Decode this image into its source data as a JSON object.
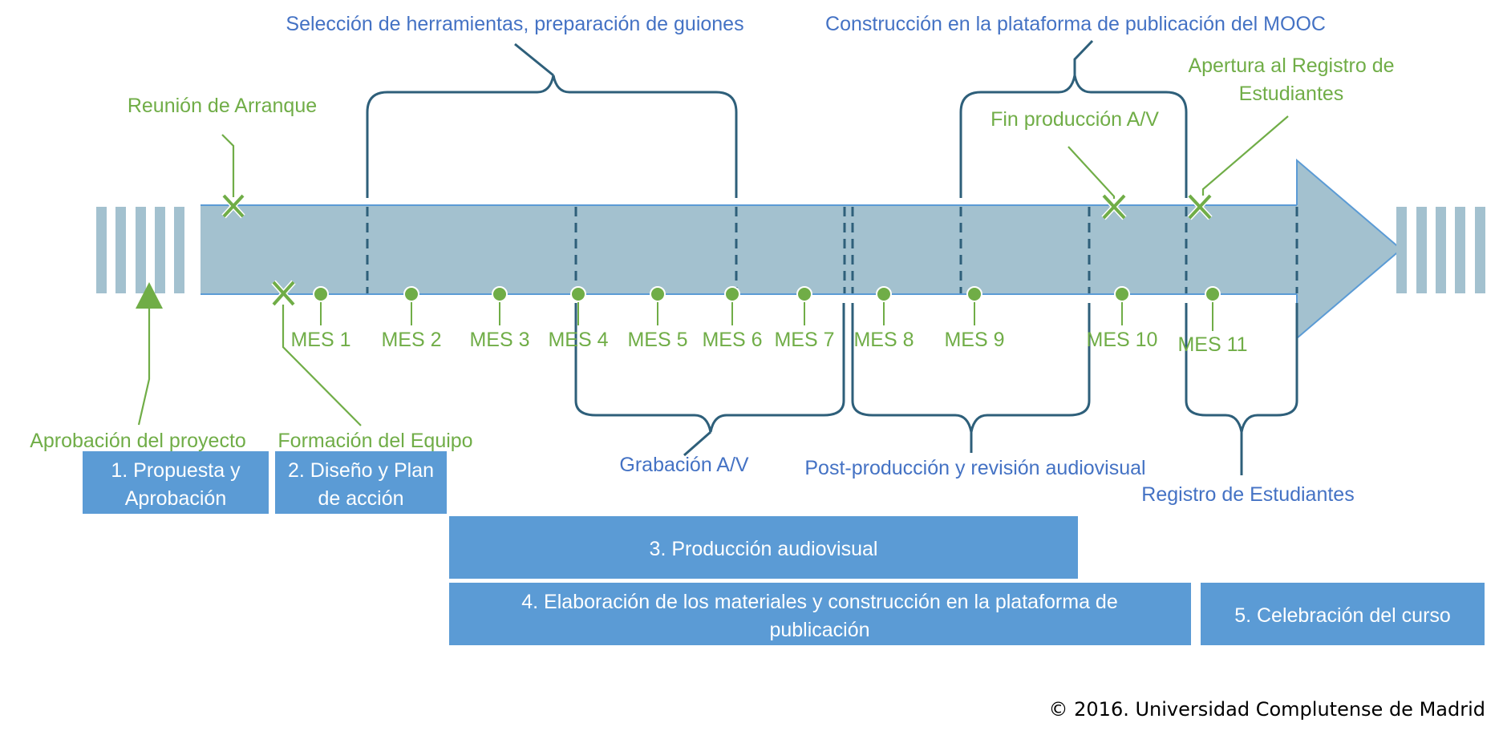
{
  "colors": {
    "timeline_fill": "#A3C1CF",
    "timeline_edge": "#5B9BD5",
    "bracket": "#2E5F7A",
    "milestone": "#70AD47",
    "phase_fill": "#5B9BD5",
    "bracket_label": "#4472C4",
    "copyright": "#000000"
  },
  "months": [
    "MES 1",
    "MES 2",
    "MES 3",
    "MES 4",
    "MES 5",
    "MES 6",
    "MES 7",
    "MES 8",
    "MES 9",
    "MES 10",
    "MES 11"
  ],
  "milestones": {
    "reunion": "Reunión de Arranque",
    "aprobacion": "Aprobación del proyecto",
    "formacion": "Formación del Equipo",
    "fin_produccion": "Fin producción A/V",
    "apertura_line1": "Apertura al Registro de",
    "apertura_line2": "Estudiantes"
  },
  "brackets": {
    "seleccion": "Selección de herramientas, preparación de guiones",
    "construccion": "Construcción en la plataforma de publicación del MOOC",
    "grabacion": "Grabación A/V",
    "postproduccion": "Post-producción y revisión audiovisual",
    "registro": "Registro de Estudiantes"
  },
  "phases": {
    "p1_line1": "1. Propuesta y",
    "p1_line2": "Aprobación",
    "p2_line1": "2. Diseño y Plan",
    "p2_line2": "de acción",
    "p3": "3. Producción audiovisual",
    "p4_line1": "4. Elaboración de los materiales y construcción en la plataforma de",
    "p4_line2": "publicación",
    "p5": "5. Celebración del curso"
  },
  "copyright": "© 2016. Universidad Complutense de Madrid"
}
